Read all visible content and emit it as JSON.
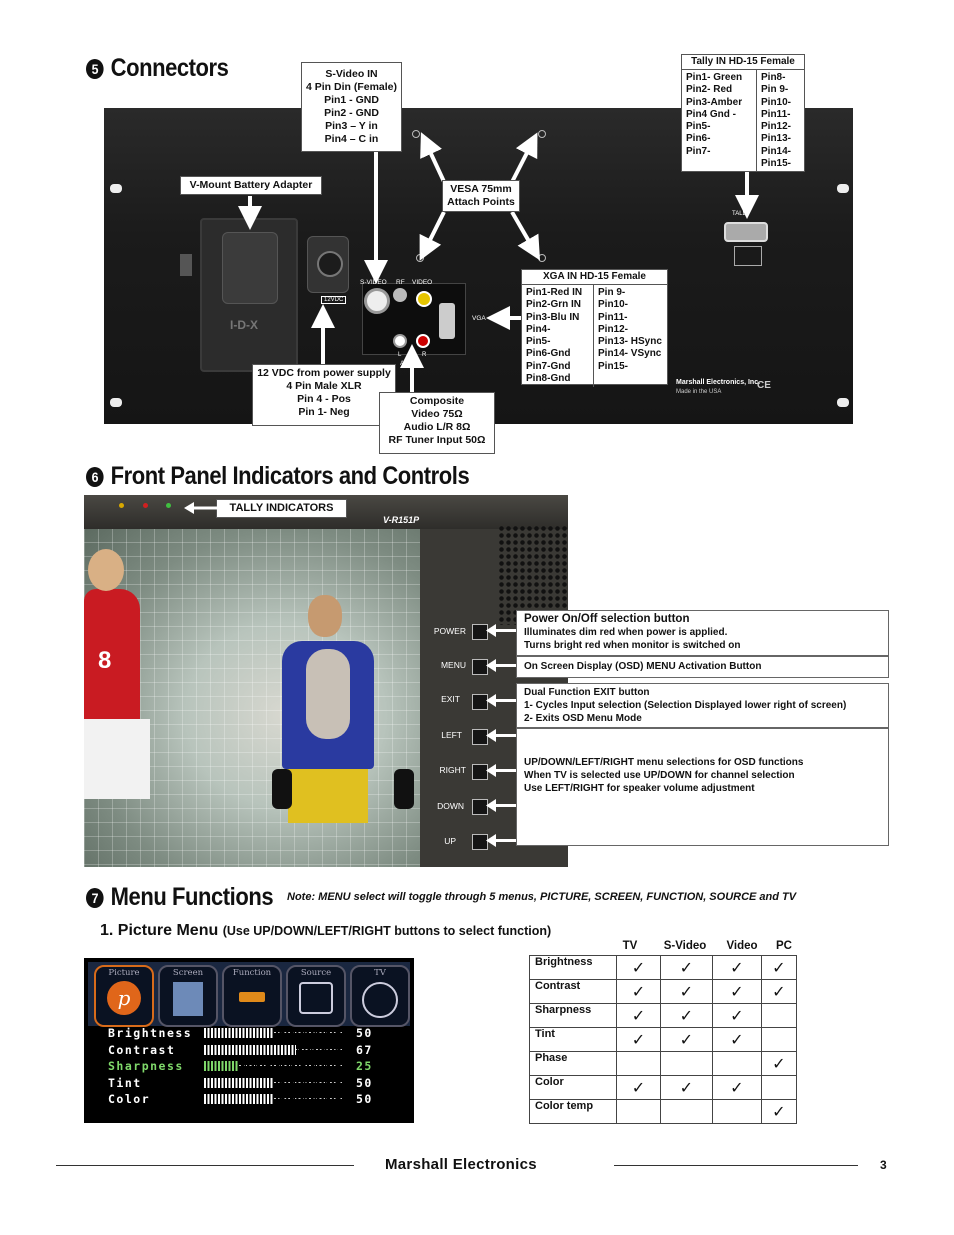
{
  "section5": {
    "number": "5",
    "title": "Connectors",
    "svideo_box": [
      "S-Video IN",
      "4 Pin Din (Female)",
      "Pin1 - GND",
      "Pin2 - GND",
      "Pin3 – Y in",
      "Pin4 – C in"
    ],
    "vmount_label": "V-Mount Battery Adapter",
    "vesa_box": [
      "VESA 75mm",
      "Attach Points"
    ],
    "tally_box": {
      "header": "Tally IN HD-15  Female",
      "left": [
        "Pin1- Green",
        "Pin2- Red",
        "Pin3-Amber",
        "Pin4 Gnd -",
        "Pin5-",
        "Pin6-",
        "Pin7-"
      ],
      "right": [
        "Pin8-",
        "Pin 9-",
        "Pin10-",
        "Pin11-",
        "Pin12-",
        "Pin13-",
        "Pin14-",
        "Pin15-"
      ]
    },
    "xga_box": {
      "header": "XGA IN HD-15 Female",
      "left": [
        "Pin1-Red IN",
        "Pin2-Grn IN",
        "Pin3-Blu IN",
        "Pin4-",
        "Pin5-",
        "Pin6-Gnd",
        "Pin7-Gnd",
        "Pin8-Gnd"
      ],
      "right": [
        "Pin 9-",
        "Pin10-",
        "Pin11-",
        "Pin12-",
        "Pin13- HSync",
        "Pin14- VSync",
        "Pin15-"
      ]
    },
    "power_box": [
      "12 VDC from power supply",
      "4 Pin Male XLR",
      "Pin 4 - Pos",
      "Pin 1- Neg"
    ],
    "composite_box": [
      "Composite",
      "Video 75Ω",
      "Audio L/R 8Ω",
      "RF Tuner Input 50Ω"
    ],
    "panel_text": {
      "svideo": "S-VIDEO",
      "rf": "RF",
      "video": "VIDEO",
      "vga": "VGA",
      "audio": "AUDIO",
      "l": "L",
      "r": "R",
      "tally": "TALLY",
      "maker": "Marshall Electronics, Inc.",
      "made": "Made in the USA",
      "ce": "CE",
      "idx": "I-D-X",
      "vdc": "12VDC"
    }
  },
  "section6": {
    "number": "6",
    "title": "Front Panel Indicators and Controls",
    "tally_label": "TALLY INDICATORS",
    "model": "V-R151P",
    "buttons": [
      "POWER",
      "MENU",
      "EXIT",
      "LEFT",
      "RIGHT",
      "DOWN",
      "UP"
    ],
    "desc_power": [
      "Power On/Off selection button",
      "Illuminates dim red when power is applied.",
      "Turns bright red when monitor is switched on"
    ],
    "desc_menu": "On Screen Display (OSD) MENU Activation Button",
    "desc_exit": [
      "Dual Function EXIT button",
      "1- Cycles Input selection (Selection Displayed lower right of screen)",
      "2- Exits OSD Menu Mode"
    ],
    "desc_arrows": [
      "UP/DOWN/LEFT/RIGHT menu selections for OSD functions",
      "When TV is selected use UP/DOWN for channel selection",
      "Use LEFT/RIGHT for speaker volume adjustment"
    ]
  },
  "section7": {
    "number": "7",
    "title": "Menu Functions",
    "note": "Note: MENU select will toggle through 5 menus, PICTURE, SCREEN, FUNCTION, SOURCE and TV",
    "sub_title": "1. Picture Menu",
    "sub_note": "(Use UP/DOWN/LEFT/RIGHT buttons to select function)",
    "osd": {
      "tabs": [
        "Picture",
        "Screen",
        "Function",
        "Source",
        "TV"
      ],
      "rows": [
        {
          "label": "Brightness",
          "value": "50",
          "level": 50,
          "color": "#ffffff"
        },
        {
          "label": "Contrast",
          "value": "67",
          "level": 67,
          "color": "#ffffff"
        },
        {
          "label": "Sharpness",
          "value": "25",
          "level": 25,
          "color": "#7fd86a"
        },
        {
          "label": "Tint",
          "value": "50",
          "level": 50,
          "color": "#ffffff"
        },
        {
          "label": "Color",
          "value": "50",
          "level": 50,
          "color": "#ffffff"
        }
      ]
    },
    "table": {
      "columns": [
        "TV",
        "S-Video",
        "Video",
        "PC"
      ],
      "check": "✓",
      "rows": [
        {
          "name": "Brightness",
          "marks": [
            true,
            true,
            true,
            true
          ]
        },
        {
          "name": "Contrast",
          "marks": [
            true,
            true,
            true,
            true
          ]
        },
        {
          "name": "Sharpness",
          "marks": [
            true,
            true,
            true,
            false
          ]
        },
        {
          "name": "Tint",
          "marks": [
            true,
            true,
            true,
            false
          ]
        },
        {
          "name": "Phase",
          "marks": [
            false,
            false,
            false,
            true
          ]
        },
        {
          "name": "Color",
          "marks": [
            true,
            true,
            true,
            false
          ]
        },
        {
          "name": "Color temp",
          "marks": [
            false,
            false,
            false,
            true
          ]
        }
      ]
    }
  },
  "footer": {
    "brand": "Marshall Electronics",
    "page_number": "3"
  }
}
